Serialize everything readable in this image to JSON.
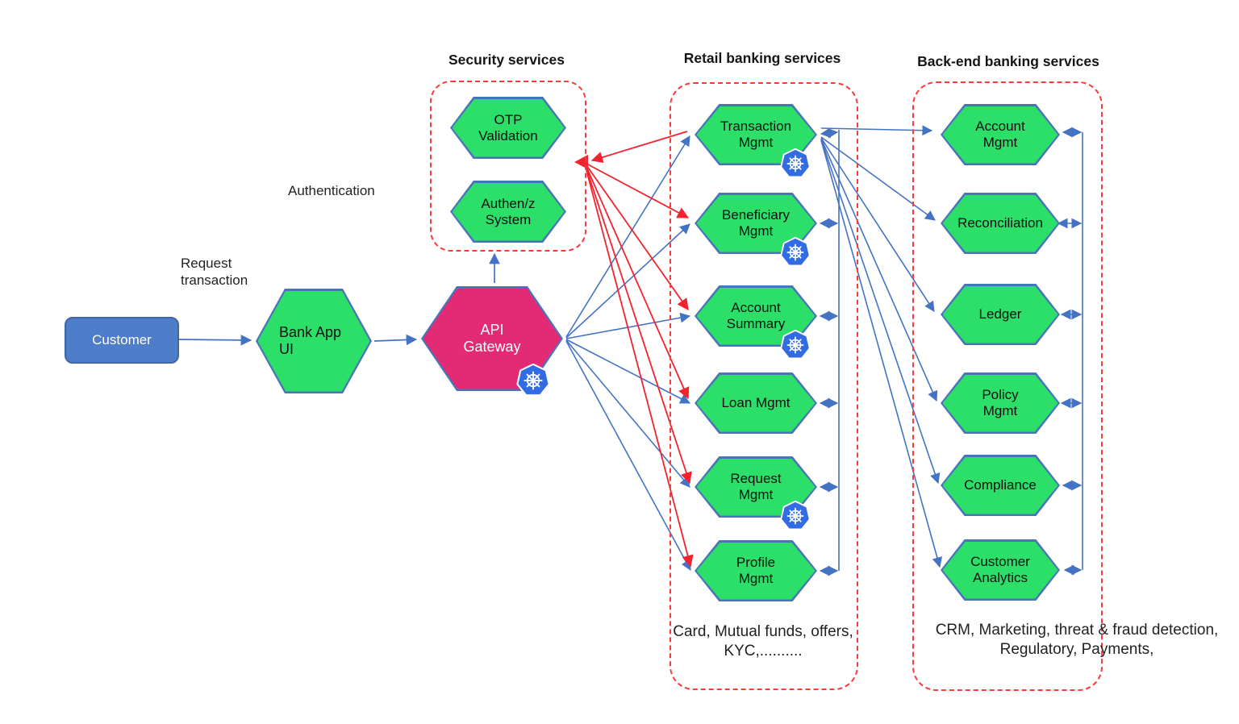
{
  "flow": {
    "customer_label": "Customer",
    "bank_app_label": "Bank App UI",
    "api_gateway_label": "API Gateway",
    "request_transaction_label": "Request transaction",
    "authentication_label": "Authentication"
  },
  "security": {
    "title": "Security services",
    "nodes": [
      {
        "label": "OTP Validation"
      },
      {
        "label": "Authen/z System"
      }
    ]
  },
  "retail": {
    "title": "Retail banking services",
    "nodes": [
      {
        "label": "Transaction Mgmt",
        "icon": "kubernetes-icon"
      },
      {
        "label": "Beneficiary Mgmt",
        "icon": "kubernetes-icon"
      },
      {
        "label": "Account Summary",
        "icon": "kubernetes-icon"
      },
      {
        "label": "Loan Mgmt"
      },
      {
        "label": "Request Mgmt",
        "icon": "kubernetes-icon"
      },
      {
        "label": "Profile Mgmt"
      }
    ],
    "footer": "Card, Mutual funds, offers, KYC,.........."
  },
  "backend": {
    "title": "Back-end banking services",
    "nodes": [
      {
        "label": "Account Mgmt"
      },
      {
        "label": "Reconciliation"
      },
      {
        "label": "Ledger"
      },
      {
        "label": "Policy Mgmt"
      },
      {
        "label": "Compliance"
      },
      {
        "label": "Customer Analytics"
      }
    ],
    "footer": "CRM, Marketing, threat & fraud detection, Regulatory, Payments,"
  },
  "colors": {
    "service_green": "#2bdf68",
    "hexagon_border_blue": "#4a74ba",
    "gateway_pink": "#e32a74",
    "customer_blue": "#4e7dc9",
    "arrow_blue": "#4472c4",
    "arrow_red": "#f2232e",
    "group_dashed_red": "#fb3a3a",
    "kubernetes_blue": "#326ce5"
  }
}
